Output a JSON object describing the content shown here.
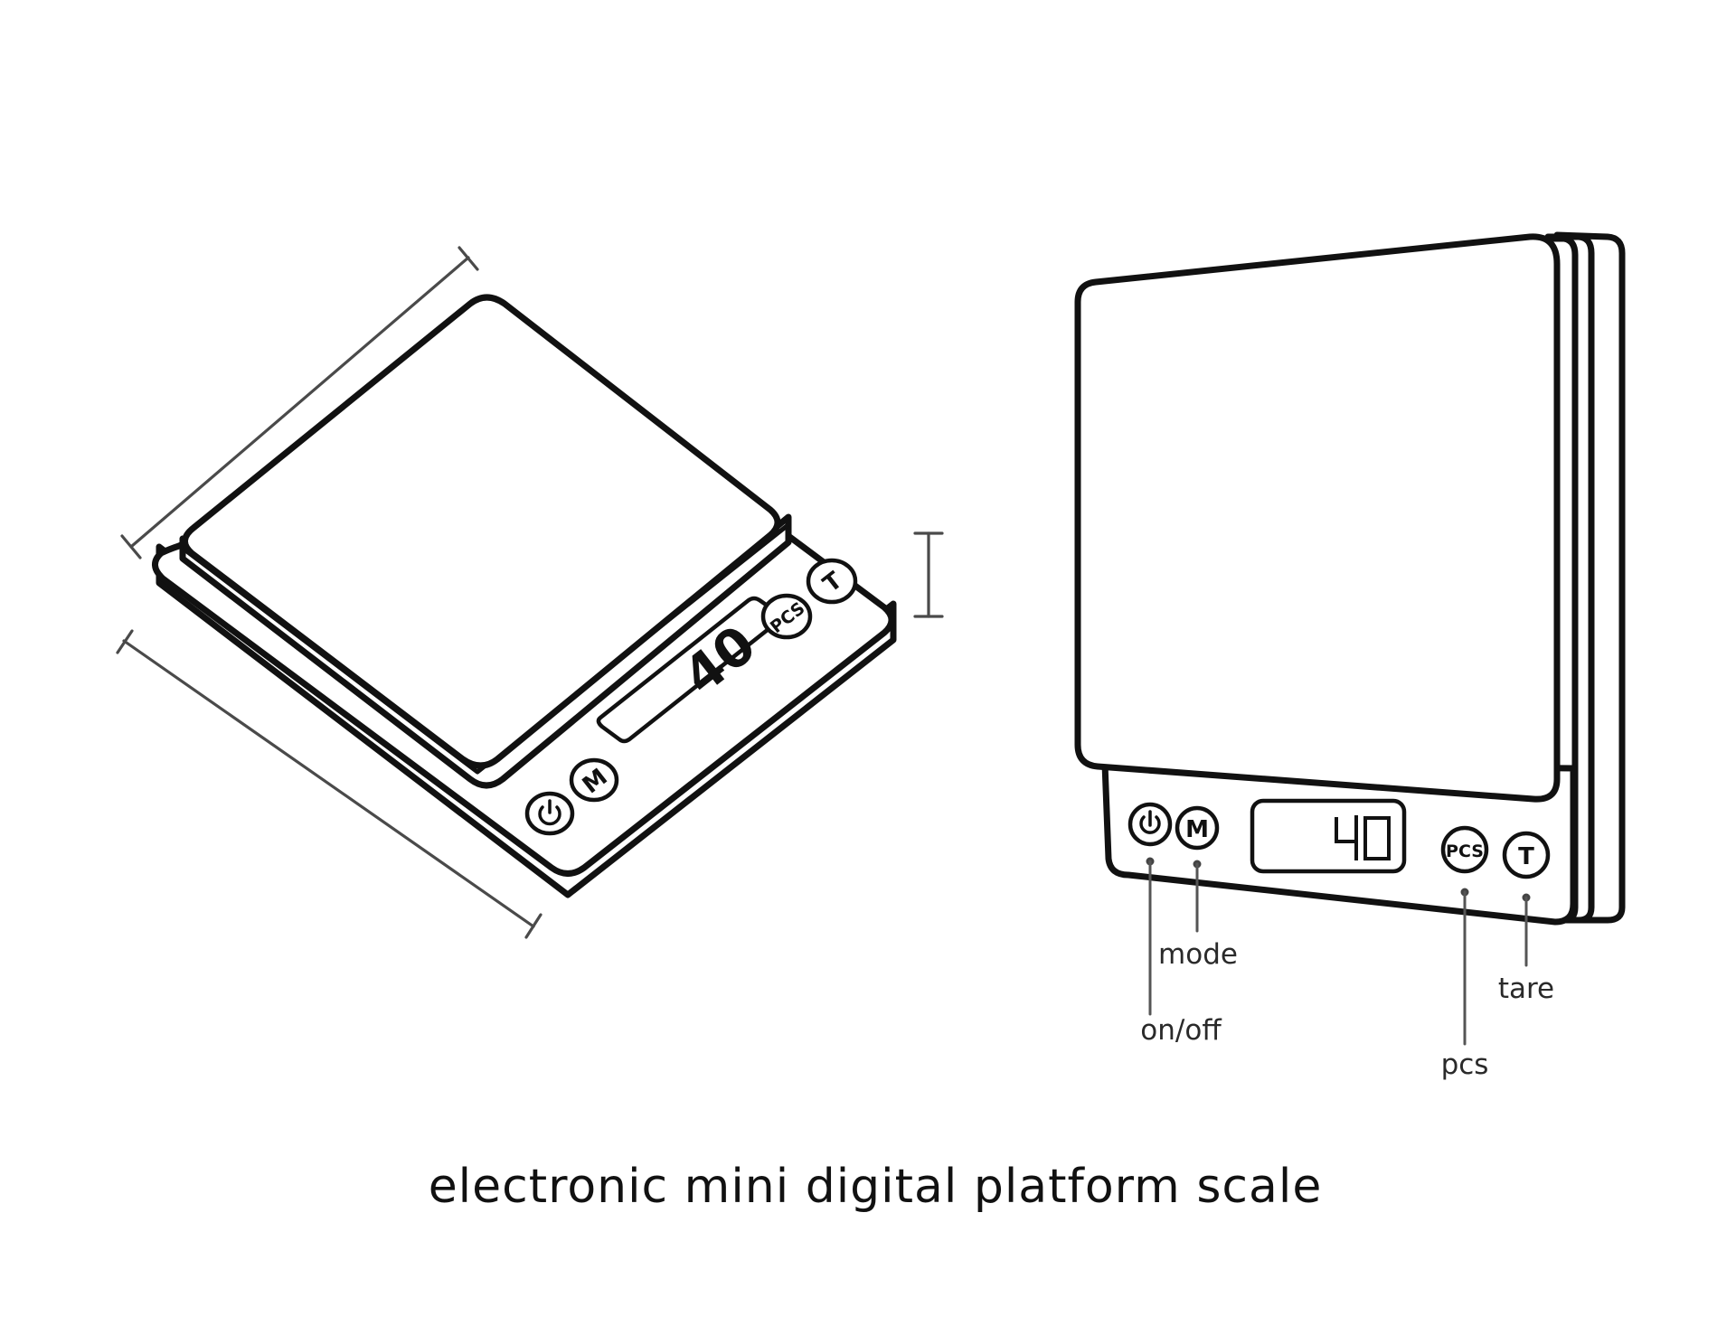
{
  "buttons": {
    "mode": "M",
    "pcs": "PCS",
    "tare": "T"
  },
  "display": {
    "reading": "40"
  },
  "callouts": {
    "on_off": "on/off",
    "mode": "mode",
    "pcs": "pcs",
    "tare": "tare"
  },
  "caption": "electronic mini digital platform scale",
  "icons": [
    "power-icon"
  ]
}
